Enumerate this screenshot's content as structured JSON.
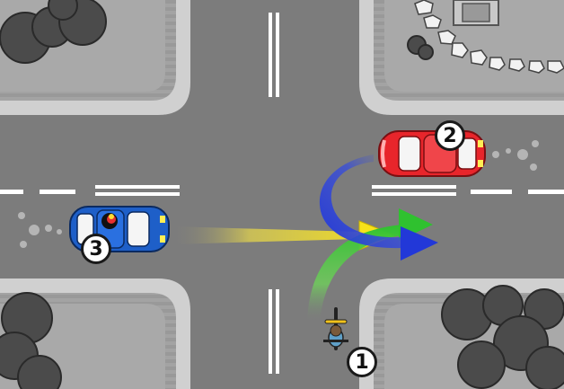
{
  "scene": {
    "description_free": true,
    "colors": {
      "road": "#7c7c7c",
      "lane_marking": "#ffffff",
      "sidewalk": "#bdbdbd",
      "grass_block": "#9e9e9e",
      "curb": "#d6d6d6",
      "bush": "#4a4a4a",
      "car_red": "#e8252b",
      "car_blue": "#1e5fc8",
      "arrow_green": "#2fc12f",
      "arrow_blue": "#2238d8",
      "arrow_yellow": "#f4e21a"
    },
    "participants": [
      {
        "number": "1",
        "kind": "bicycle",
        "arrow": "arrow-green"
      },
      {
        "number": "2",
        "kind": "car-red",
        "arrow": "arrow-blue"
      },
      {
        "number": "3",
        "kind": "car-blue",
        "arrow": "arrow-yellow"
      }
    ]
  }
}
